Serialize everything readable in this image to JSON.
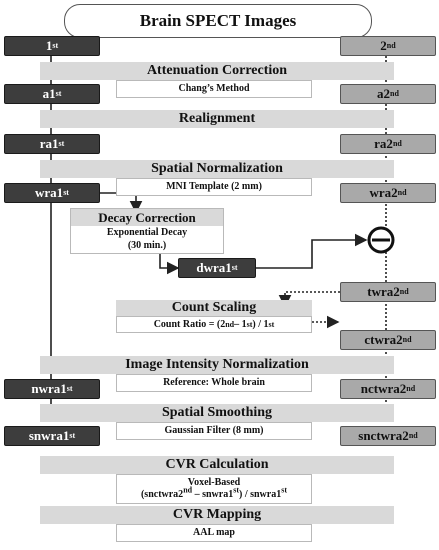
{
  "title": "Brain SPECT Images",
  "columns": {
    "first": {
      "base": "1",
      "sup": "st"
    },
    "second": {
      "base": "2",
      "sup": "nd"
    }
  },
  "steps": {
    "attenuation": {
      "label": "Attenuation Correction",
      "detail": "Chang’s Method"
    },
    "realignment": {
      "label": "Realignment"
    },
    "spatial_norm": {
      "label": "Spatial Normalization",
      "detail": "MNI Template (2 mm)"
    },
    "decay": {
      "label": "Decay Correction",
      "detail1": "Exponential Decay",
      "detail2": "(30 min.)"
    },
    "count_scaling": {
      "label": "Count Scaling",
      "detail_prefix": "Count Ratio = (2",
      "detail_sup1": "nd",
      "detail_mid1": " – 1",
      "detail_sup2": "st",
      "detail_mid2": ") / 1",
      "detail_sup3": "st"
    },
    "intensity_norm": {
      "label": "Image Intensity Normalization",
      "detail": "Reference: Whole brain"
    },
    "smoothing": {
      "label": "Spatial Smoothing",
      "detail": "Gaussian Filter (8 mm)"
    },
    "cvr_calc": {
      "label": "CVR Calculation",
      "detail1": "Voxel-Based",
      "detail2_a": "(snctwra2",
      "detail2_sup1": "nd",
      "detail2_b": " – snwra1",
      "detail2_sup2": "st",
      "detail2_c": ") / snwra1",
      "detail2_sup3": "st"
    },
    "cvr_map": {
      "label": "CVR Mapping",
      "detail": "AAL map"
    }
  },
  "nodes": {
    "a1": {
      "base": "a1",
      "sup": "st"
    },
    "a2": {
      "base": "a2",
      "sup": "nd"
    },
    "ra1": {
      "base": "ra1",
      "sup": "st"
    },
    "ra2": {
      "base": "ra2",
      "sup": "nd"
    },
    "wra1": {
      "base": "wra1",
      "sup": "st"
    },
    "wra2": {
      "base": "wra2",
      "sup": "nd"
    },
    "dwra1": {
      "base": "dwra1",
      "sup": "st"
    },
    "twra2": {
      "base": "twra2",
      "sup": "nd"
    },
    "ctwra2": {
      "base": "ctwra2",
      "sup": "nd"
    },
    "nwra1": {
      "base": "nwra1",
      "sup": "st"
    },
    "nctwra2": {
      "base": "nctwra2",
      "sup": "nd"
    },
    "snwra1": {
      "base": "snwra1",
      "sup": "st"
    },
    "snctwra2": {
      "base": "snctwra2",
      "sup": "nd"
    }
  },
  "operator": {
    "icon": "minus-circle-icon"
  },
  "colors": {
    "dark_node": "#3d3d3d",
    "light_node": "#a9a9a9",
    "band": "#d9d9d9"
  }
}
